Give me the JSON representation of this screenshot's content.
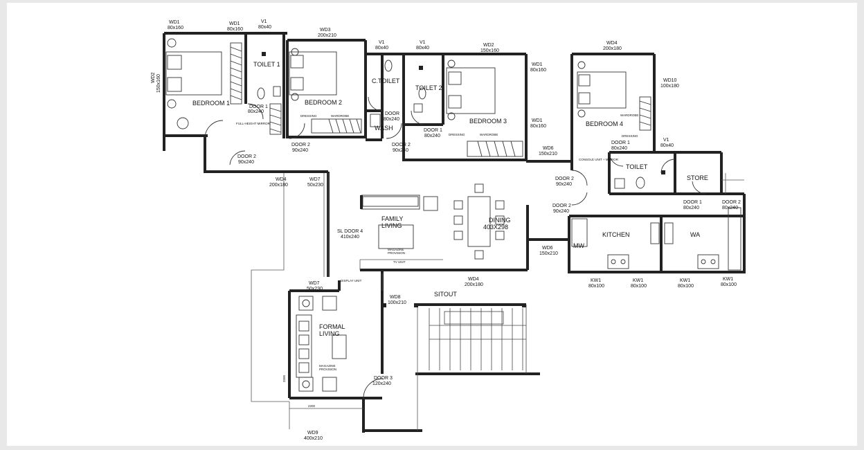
{
  "plan": {
    "rooms": {
      "bedroom1": "BEDROOM 1",
      "bedroom2": "BEDROOM 2",
      "bedroom3": "BEDROOM 3",
      "bedroom4": "BEDROOM 4",
      "toilet1": "TOILET 1",
      "ctoilet": "C.TOILET",
      "toilet2": "TOILET 2",
      "toilet": "TOILET",
      "wash": "WASH",
      "store": "STORE",
      "family_living_1": "FAMILY",
      "family_living_2": "LIVING",
      "dining": "DINING",
      "dining_size": "403X298",
      "kitchen": "KITCHEN",
      "mw": "MW",
      "wa": "WA",
      "sitout": "SITOUT",
      "formal_living_1": "FORMAL",
      "formal_living_2": "LIVING"
    },
    "openings": {
      "wd1_a": [
        "WD1",
        "80x160"
      ],
      "wd1_b": [
        "WD1",
        "80x160"
      ],
      "v1_a": [
        "V1",
        "80x40"
      ],
      "wd3": [
        "WD3",
        "200x210"
      ],
      "v1_b": [
        "V1",
        "80x40"
      ],
      "v1_c": [
        "V1",
        "80x40"
      ],
      "wd2_top": [
        "WD2",
        "150x160"
      ],
      "wd1_c": [
        "WD1",
        "80x160"
      ],
      "wd1_d": [
        "WD1",
        "80x160"
      ],
      "wd4_top": [
        "WD4",
        "200x180"
      ],
      "wd10": [
        "WD10",
        "100x180"
      ],
      "v1_d": [
        "V1",
        "80x40"
      ],
      "door1_t1": [
        "DOOR 1",
        "80x240"
      ],
      "door2_b1": [
        "DOOR 2",
        "90x240"
      ],
      "door2_b1b": [
        "DOOR 2",
        "90x240"
      ],
      "door_wash": [
        "DOOR",
        "80x240"
      ],
      "door2_b3": [
        "DOOR 2",
        "90x240"
      ],
      "door1_t2": [
        "DOOR 1",
        "80x240"
      ],
      "door1_b4": [
        "DOOR 1",
        "80x240"
      ],
      "wd6_a": [
        "WD6",
        "150x210"
      ],
      "door2_k": [
        "DOOR 2",
        "90x240"
      ],
      "door2_k2": [
        "DOOR 2",
        "90x240"
      ],
      "door1_store": [
        "DOOR 1",
        "80x240"
      ],
      "door2_wa": [
        "DOOR 2",
        "80x240"
      ],
      "wd4_left": [
        "WD4",
        "200x180"
      ],
      "wd7_a": [
        "WD7",
        "50x230"
      ],
      "sl_door": [
        "SL DOOR 4",
        "410x240"
      ],
      "wd6_b": [
        "WD6",
        "150x210"
      ],
      "wd4_bottom": [
        "WD4",
        "200x180"
      ],
      "wd7_b": [
        "WD7",
        "50x230"
      ],
      "wd8": [
        "WD8",
        "100x210"
      ],
      "door3": [
        "DOOR 3",
        "120x240"
      ],
      "wd9": [
        "WD9",
        "400x210"
      ],
      "kw1_a": [
        "KW1",
        "80x100"
      ],
      "kw1_b": [
        "KW1",
        "80x100"
      ],
      "kw1_c": [
        "KW1",
        "80x100"
      ],
      "kw1_d": [
        "KW1",
        "80x100"
      ]
    },
    "wd2_side": [
      "WD2",
      "150x160"
    ],
    "notes": {
      "dressing_1": "DRESSING",
      "wardrobe_1": "WARDROBE",
      "full_height_mirror": "FULL-HEIGHT MIRROR",
      "dressing_3": "DRESSING",
      "wardrobe_3": "WARDROBE",
      "wardrobe_4": "WARDROBE",
      "dressing_4": "DRESSING",
      "console_unit": "CONSOLE UNIT + MIRROR",
      "magazine_1": "MAGAZINE",
      "magazine_2": "PROVISION",
      "tv_unit": "TV UNIT",
      "display_unit": "DISPLAY UNIT",
      "magazine_3": "MAGAZINE",
      "magazine_4": "PROVISION",
      "dim_2200": "2200",
      "dim_2500": "2500"
    }
  }
}
